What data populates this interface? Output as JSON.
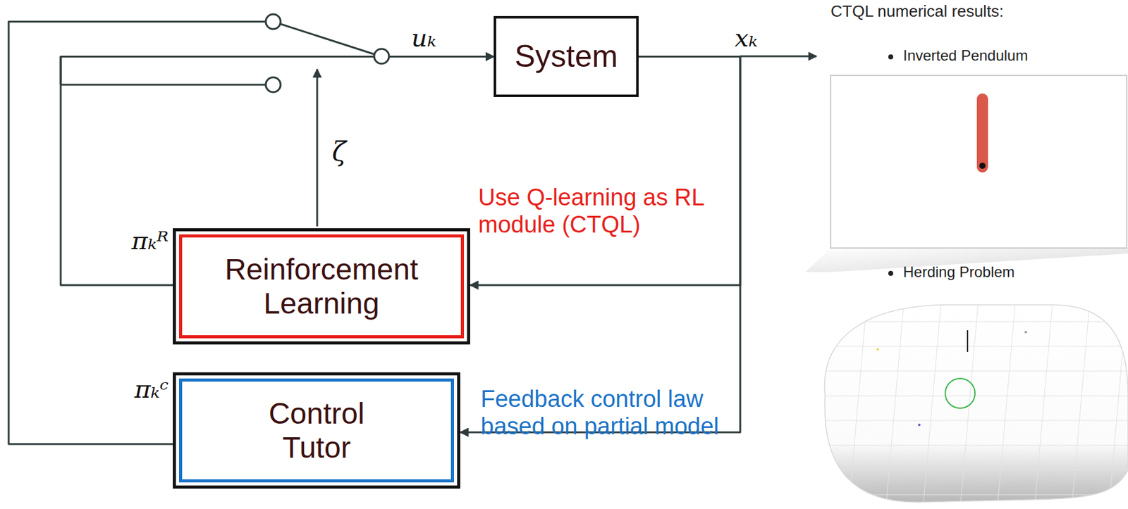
{
  "diagram": {
    "nodes": [
      {
        "text": [
          "System"
        ]
      },
      {
        "text": [
          "Reinforcement Learning"
        ]
      },
      {
        "text": [
          "Control Tutor"
        ]
      }
    ],
    "edges": [
      {
        "from": 1,
        "to": 0,
        "arrow": "to"
      },
      {
        "from": 2,
        "to": 0,
        "arrow": "to"
      },
      {
        "from": 0,
        "to": 1,
        "arrow": "to"
      },
      {
        "from": 0,
        "to": 2,
        "arrow": "to"
      }
    ],
    "labels": [
      "uₖ",
      "xₖ",
      "ζ",
      "πₖᴿ",
      "πₖᶜ",
      "Use Q-learning as RL module (CTQL)",
      "Feedback control law based on partial model",
      "CTQL numerical results:",
      "Inverted Pendulum",
      "Herding Problem"
    ]
  }
}
